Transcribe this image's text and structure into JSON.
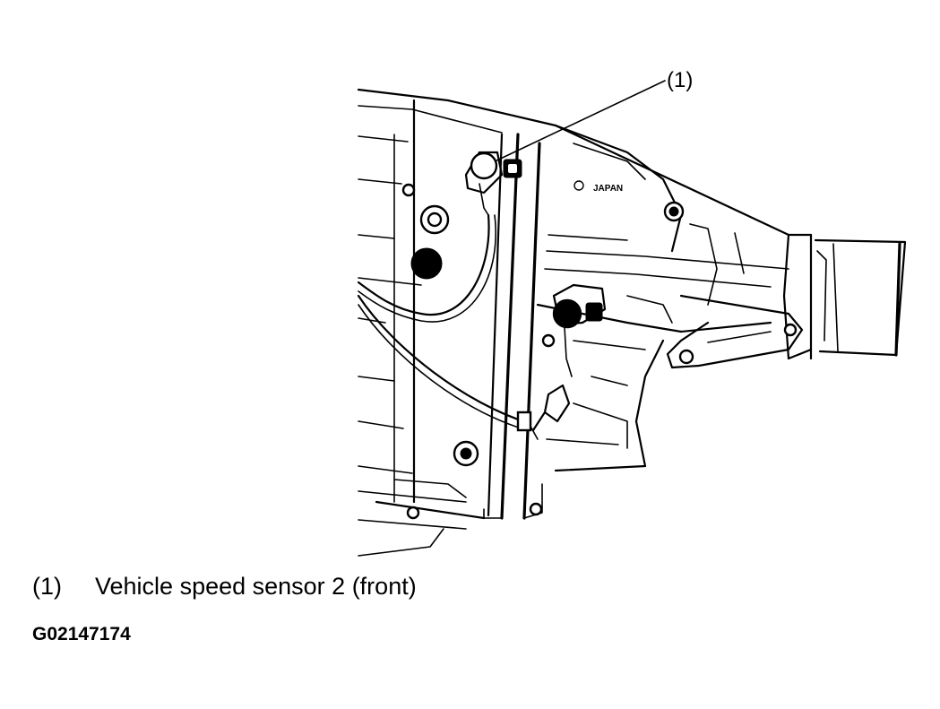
{
  "callout": {
    "label": "(1)"
  },
  "casting_marking": "JAPAN",
  "legend": [
    {
      "number": "(1)",
      "text": "Vehicle speed sensor 2 (front)"
    }
  ],
  "figure_id": "G02147174"
}
